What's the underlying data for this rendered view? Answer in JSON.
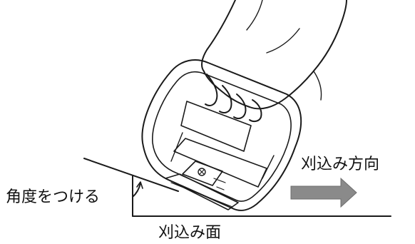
{
  "labels": {
    "angle": "角度をつける",
    "direction": "刈込み方向",
    "surface": "刈込み面"
  },
  "colors": {
    "line": "#1a1a1a",
    "arrow": "#8a8a8a",
    "arrow_edge": "#6e6e6e",
    "background": "#ffffff"
  },
  "icons": {
    "hand": "hand-icon",
    "trimmer": "hedge-trimmer-icon",
    "arrow": "direction-arrow-icon"
  }
}
